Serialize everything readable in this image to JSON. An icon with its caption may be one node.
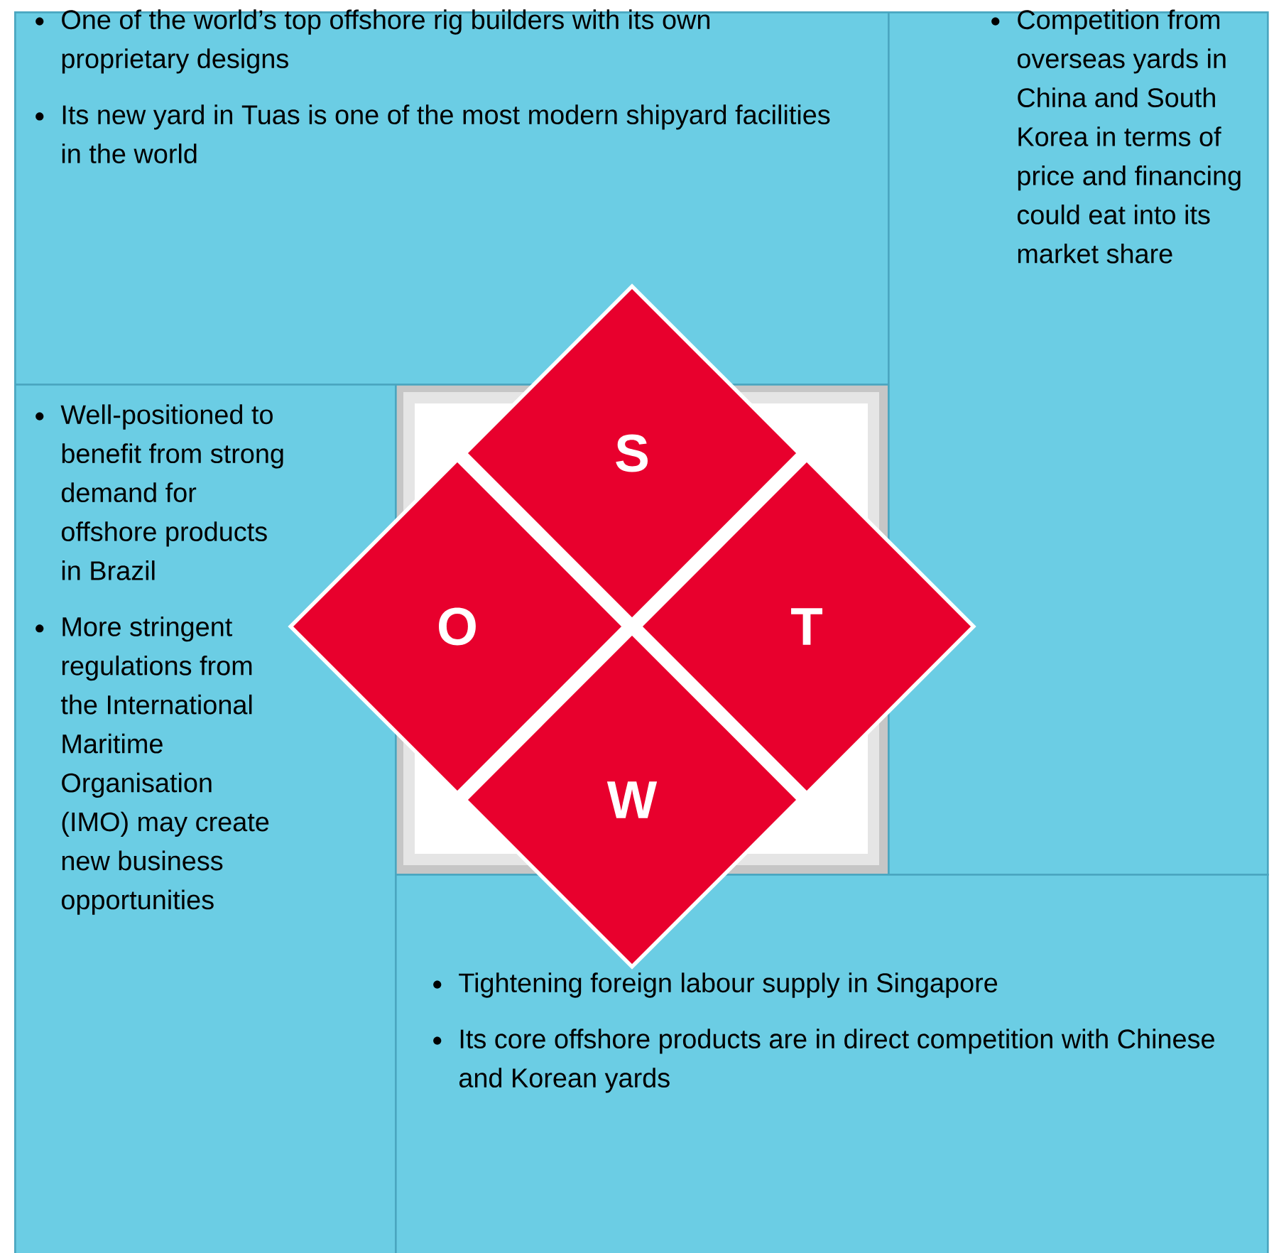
{
  "diagram": {
    "nodes": [
      {
        "text": [
          "One of the world’s top offshore rig builders with its own proprietary designs",
          "Its new yard in Tuas is one of the most modern shipyard facilities in the world"
        ]
      },
      {
        "text": [
          "Competition from overseas yards in China and South Korea in terms of price and financing could eat into its market share"
        ]
      },
      {
        "text": [
          "Well-positioned to benefit from strong demand for offshore products in Brazil",
          "More stringent regulations from the International Maritime Organisation (IMO) may create new business opportunities"
        ]
      },
      {
        "text": [
          "Tightening foreign labour supply in Singapore",
          "Its core offshore products are in direct competition with Chinese and Korean yards"
        ]
      },
      {
        "text": [
          "S"
        ]
      },
      {
        "text": [
          "O"
        ]
      },
      {
        "text": [
          "T"
        ]
      },
      {
        "text": [
          "W"
        ]
      }
    ]
  }
}
